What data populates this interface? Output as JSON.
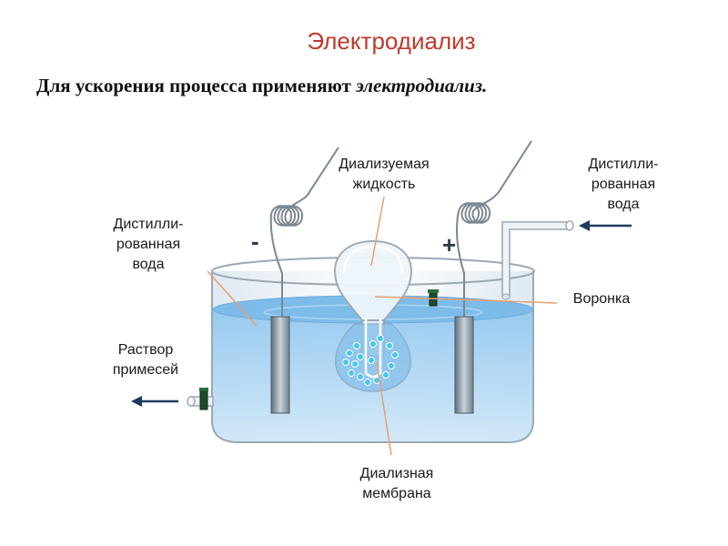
{
  "title": "Электродиализ",
  "subtitle": {
    "lead": "Для ускорения процесса применяют ",
    "emphasis": "электродиализ."
  },
  "labels": {
    "dialysed_liquid": "Диализуемая\nжидкость",
    "distilled_water_left": "Дистилли-\nрованная\nвода",
    "distilled_water_right": "Дистилли-\nрованная\nвода",
    "funnel": "Воронка",
    "impurity_solution": "Раствор\nпримесей",
    "dialysis_membrane": "Диализная\nмембрана"
  },
  "electrodes": {
    "negative": "-",
    "positive": "+"
  },
  "colors": {
    "title": "#c0392b",
    "water": "#a9d4f2",
    "pointer": "#e8a070",
    "arrow": "#1f3a5f",
    "bubbles": "#48c6ea"
  }
}
